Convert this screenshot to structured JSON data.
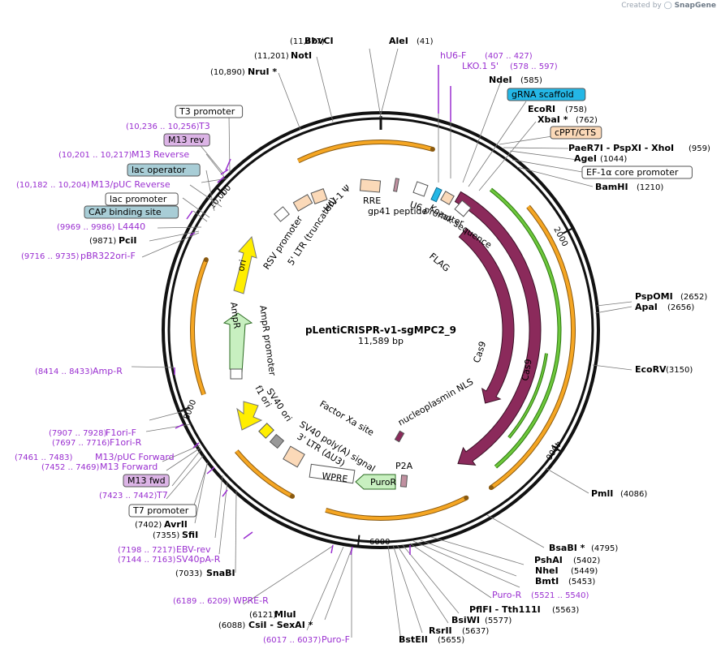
{
  "credit": {
    "prefix": "Created by",
    "brand": "SnapGene"
  },
  "plasmid": {
    "name": "pLentiCRISPR-v1-sgMPC2_9",
    "size": "11,589 bp"
  },
  "colors": {
    "primer": "#9a2fd0",
    "orf": "#f5a623",
    "green": "#6ec73c",
    "cas9": "#8b2a5b",
    "puro": "#c8f0c0",
    "yellow": "#ffee00",
    "grey": "#999999",
    "promoter_box": "#f5f5f5",
    "tan": "#fbd9b8",
    "lightgrey": "#d0d0d0",
    "cyan": "#24b7e6",
    "lac_op": "#a8cdd6",
    "m13_purple": "#dcb4e6"
  },
  "ticks": [
    "2000",
    "4000",
    "6000",
    "8000",
    "10,000"
  ],
  "sites": [
    {
      "name": "BbvCI",
      "pos": "(11,477)"
    },
    {
      "name": "AleI",
      "pos": "(41)"
    },
    {
      "name": "NotI",
      "pos": "(11,201)"
    },
    {
      "name": "NruI *",
      "pos": "(10,890)"
    },
    {
      "name": "NdeI",
      "pos": "(585)"
    },
    {
      "name": "EcoRI",
      "pos": "(758)"
    },
    {
      "name": "XbaI *",
      "pos": "(762)"
    },
    {
      "name": "PaeR7I - PspXI - XhoI",
      "pos": "(959)"
    },
    {
      "name": "AgeI",
      "pos": "(1044)"
    },
    {
      "name": "BamHI",
      "pos": "(1210)"
    },
    {
      "name": "PspOMI",
      "pos": "(2652)"
    },
    {
      "name": "ApaI",
      "pos": "(2656)"
    },
    {
      "name": "EcoRV",
      "pos": "(3150)"
    },
    {
      "name": "PmlI",
      "pos": "(4086)"
    },
    {
      "name": "BsaBI *",
      "pos": "(4795)"
    },
    {
      "name": "PshAI",
      "pos": "(5402)"
    },
    {
      "name": "NheI",
      "pos": "(5449)"
    },
    {
      "name": "BmtI",
      "pos": "(5453)"
    },
    {
      "name": "PflFI - Tth111I",
      "pos": "(5563)"
    },
    {
      "name": "BsiWI",
      "pos": "(5577)"
    },
    {
      "name": "RsrII",
      "pos": "(5637)"
    },
    {
      "name": "BstEII",
      "pos": "(5655)"
    },
    {
      "name": "MluI",
      "pos": "(6121)"
    },
    {
      "name": "CsiI - SexAI *",
      "pos": "(6088)"
    },
    {
      "name": "SnaBI",
      "pos": "(7033)"
    },
    {
      "name": "SfiI",
      "pos": "(7355)"
    },
    {
      "name": "AvrII",
      "pos": "(7402)"
    },
    {
      "name": "PciI",
      "pos": "(9871)"
    }
  ],
  "primers": [
    {
      "name": "hU6-F",
      "pos": "(407 .. 427)"
    },
    {
      "name": "LKO.1 5'",
      "pos": "(578 .. 597)"
    },
    {
      "name": "T3",
      "pos": "(10,236 .. 10,256)"
    },
    {
      "name": "M13 Reverse",
      "pos": "(10,201 .. 10,217)"
    },
    {
      "name": "M13/pUC Reverse",
      "pos": "(10,182 .. 10,204)"
    },
    {
      "name": "L4440",
      "pos": "(9969 .. 9986)"
    },
    {
      "name": "pBR322ori-F",
      "pos": "(9716 .. 9735)"
    },
    {
      "name": "Amp-R",
      "pos": "(8414 .. 8433)"
    },
    {
      "name": "F1ori-F",
      "pos": "(7907 .. 7928)"
    },
    {
      "name": "F1ori-R",
      "pos": "(7697 .. 7716)"
    },
    {
      "name": "M13/pUC Forward",
      "pos": "(7461 .. 7483)"
    },
    {
      "name": "M13 Forward",
      "pos": "(7452 .. 7469)"
    },
    {
      "name": "T7",
      "pos": "(7423 .. 7442)"
    },
    {
      "name": "EBV-rev",
      "pos": "(7198 .. 7217)"
    },
    {
      "name": "SV40pA-R",
      "pos": "(7144 .. 7163)"
    },
    {
      "name": "WPRE-R",
      "pos": "(6189 .. 6209)"
    },
    {
      "name": "Puro-F",
      "pos": "(6017 .. 6037)"
    },
    {
      "name": "Puro-R",
      "pos": "(5521 .. 5540)"
    }
  ],
  "boxed_features": [
    {
      "name": "T3 promoter"
    },
    {
      "name": "M13 rev"
    },
    {
      "name": "lac operator"
    },
    {
      "name": "lac promoter"
    },
    {
      "name": "CAP binding site"
    },
    {
      "name": "gRNA scaffold"
    },
    {
      "name": "cPPT/CTS"
    },
    {
      "name": "EF-1α core promoter"
    },
    {
      "name": "M13 fwd"
    },
    {
      "name": "T7 promoter"
    }
  ],
  "inner_features": [
    {
      "name": "RSV promoter"
    },
    {
      "name": "5' LTR (truncated)"
    },
    {
      "name": "HIV-1 Ψ"
    },
    {
      "name": "RRE"
    },
    {
      "name": "gp41 peptide"
    },
    {
      "name": "U6 promoter"
    },
    {
      "name": "Kozak sequence"
    },
    {
      "name": "FLAG"
    },
    {
      "name": "Cas9"
    },
    {
      "name": "Cas9"
    },
    {
      "name": "nucleoplasmin NLS"
    },
    {
      "name": "P2A"
    },
    {
      "name": "PuroR"
    },
    {
      "name": "WPRE"
    },
    {
      "name": "3' LTR (ΔU3)"
    },
    {
      "name": "SV40 poly(A) signal"
    },
    {
      "name": "Factor Xa site"
    },
    {
      "name": "SV40 ori"
    },
    {
      "name": "f1 ori"
    },
    {
      "name": "AmpR"
    },
    {
      "name": "AmpR promoter"
    },
    {
      "name": "ori"
    }
  ]
}
